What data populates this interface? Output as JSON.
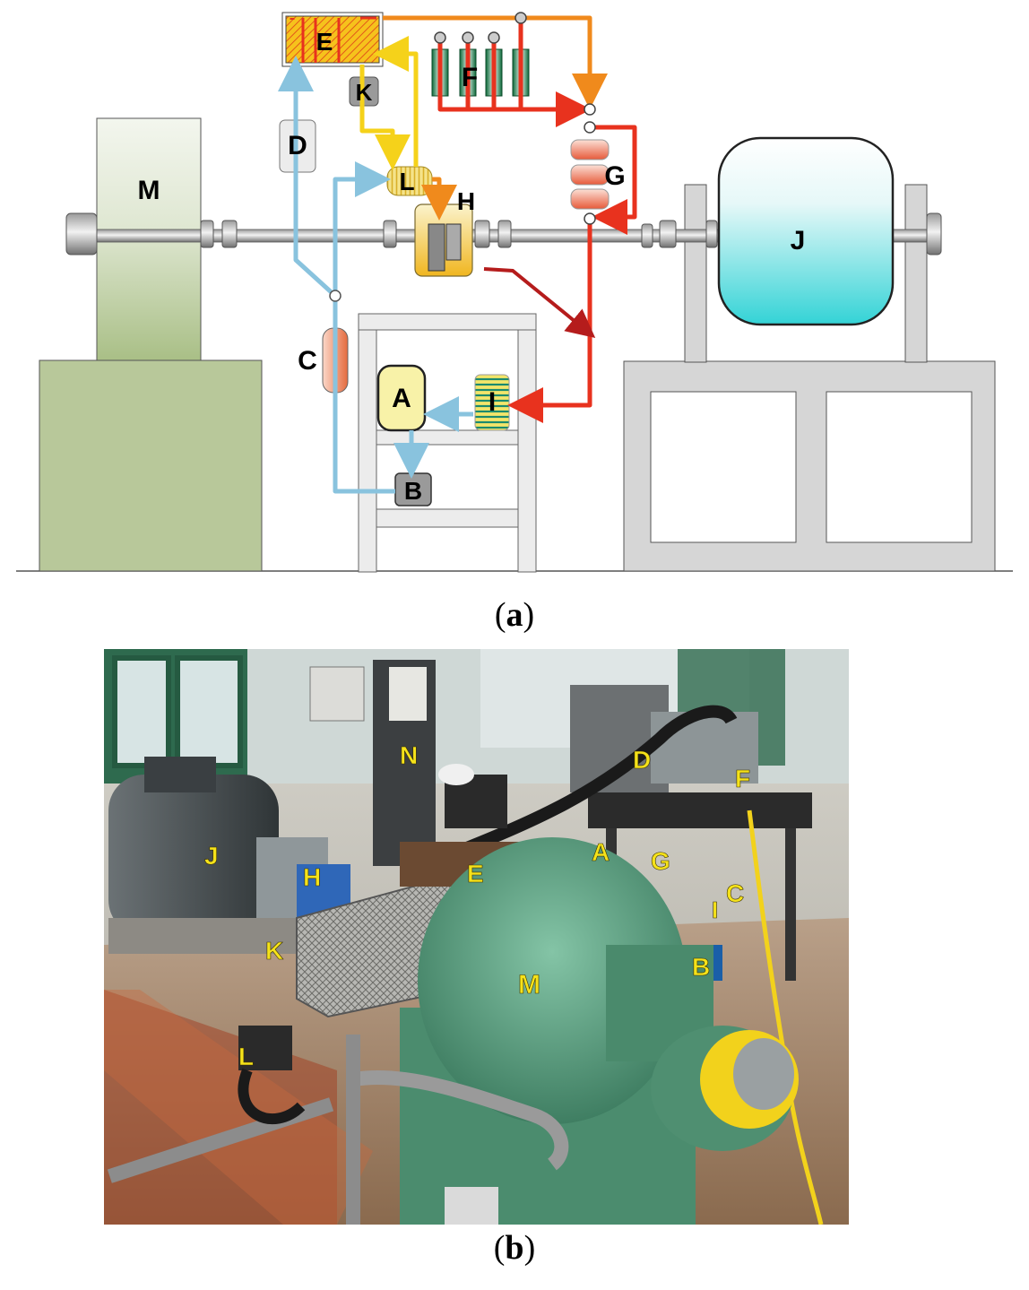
{
  "diagram": {
    "labels": {
      "M": "M",
      "J": "J",
      "A": "A",
      "B": "B",
      "C": "C",
      "D": "D",
      "E": "E",
      "F": "F",
      "G": "G",
      "H": "H",
      "I": "I",
      "K": "K",
      "L": "L"
    },
    "colors": {
      "cold_line": "#89c3de",
      "hot_line": "#e8321e",
      "yellow_line": "#f5d21a",
      "orange_line": "#f08a1c",
      "dark_red_line": "#b51c1c",
      "motor_green": "#b8c89a",
      "tank_cyan": "#3fd4d8"
    }
  },
  "photo": {
    "labels": [
      "N",
      "D",
      "F",
      "J",
      "H",
      "E",
      "A",
      "G",
      "C",
      "I",
      "K",
      "B",
      "M",
      "L"
    ]
  },
  "captions": {
    "a_open": "(",
    "a_letter": "a",
    "a_close": ")",
    "b_open": "(",
    "b_letter": "b",
    "b_close": ")"
  }
}
